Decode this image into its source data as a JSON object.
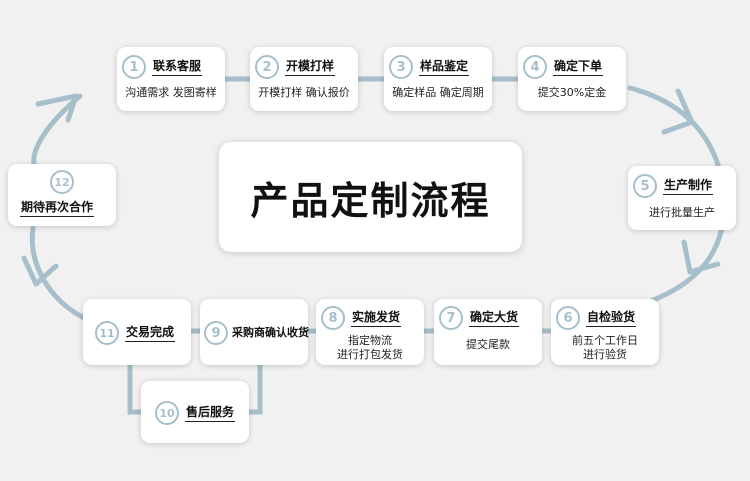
{
  "center_title": "产品定制流程",
  "colors": {
    "accent": "#a7bfcb",
    "background": "#f1f1f1"
  },
  "steps": [
    {
      "num": "1",
      "title": "联系客服",
      "desc": [
        "沟通需求 发图寄样"
      ]
    },
    {
      "num": "2",
      "title": "开模打样",
      "desc": [
        "开模打样 确认报价"
      ]
    },
    {
      "num": "3",
      "title": "样品鉴定",
      "desc": [
        "确定样品 确定周期"
      ]
    },
    {
      "num": "4",
      "title": "确定下单",
      "desc": [
        "提交30%定金"
      ]
    },
    {
      "num": "5",
      "title": "生产制作",
      "desc": [
        "进行批量生产"
      ]
    },
    {
      "num": "6",
      "title": "自检验货",
      "desc": [
        "前五个工作日",
        "进行验货"
      ]
    },
    {
      "num": "7",
      "title": "确定大货",
      "desc": [
        "提交尾款"
      ]
    },
    {
      "num": "8",
      "title": "实施发货",
      "desc": [
        "指定物流",
        "进行打包发货"
      ]
    },
    {
      "num": "9",
      "title": "采购商确认收货",
      "desc": []
    },
    {
      "num": "10",
      "title": "售后服务",
      "desc": []
    },
    {
      "num": "11",
      "title": "交易完成",
      "desc": []
    },
    {
      "num": "12",
      "title": "期待再次合作",
      "desc": []
    }
  ]
}
